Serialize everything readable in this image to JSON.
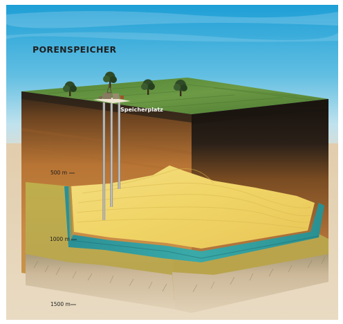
{
  "title": "PORENSPEICHER",
  "site_label": "Speicherplatz",
  "depth_markers": [
    "500 m",
    "1000 m",
    "1500 m"
  ],
  "colors": {
    "sky_top": "#1ea0d7",
    "sky_bottom": "#d6ecf3",
    "ground_plane": "#e3cfb0",
    "grass": "#5c8a3c",
    "topsoil": "#2a2118",
    "upper_earth": "#b97a3c",
    "reservoir_sand": "#f0d76a",
    "water_band": "#2a9a9e",
    "lower_layer": "#c9b24e",
    "bedrock": "#d8c4a4"
  },
  "icons": [
    "tree-icon",
    "drilling-rig-icon",
    "well-pipe-icon"
  ]
}
